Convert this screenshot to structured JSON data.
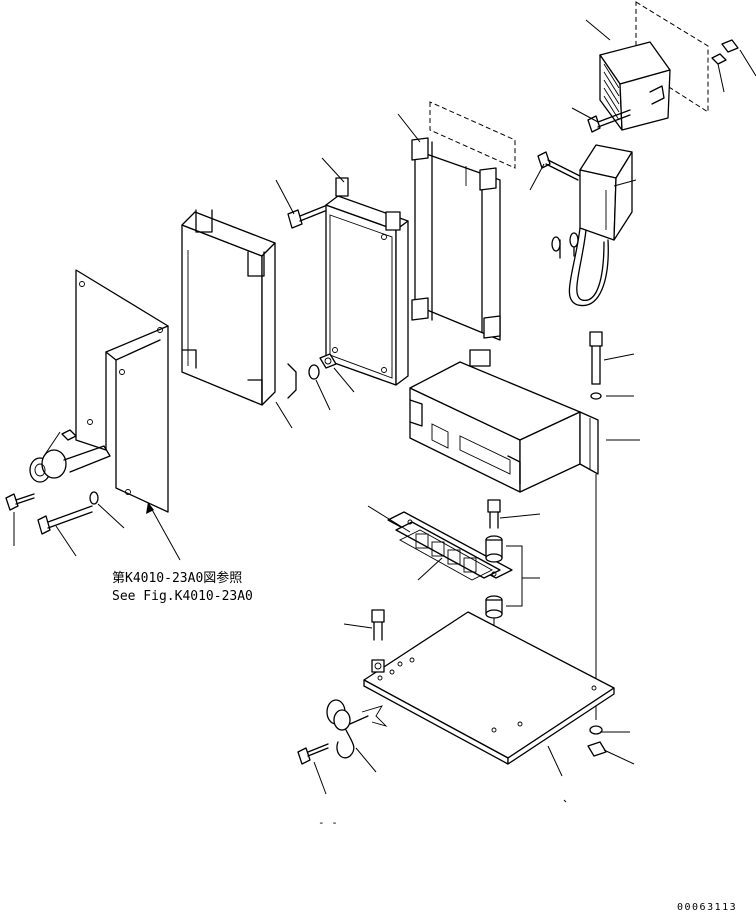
{
  "diagram": {
    "reference_label_jp": "第K4010-23A0図参照",
    "reference_label_en": "See Fig.K4010-23A0",
    "drawing_number": "00063113",
    "footer_mark": "- -"
  }
}
